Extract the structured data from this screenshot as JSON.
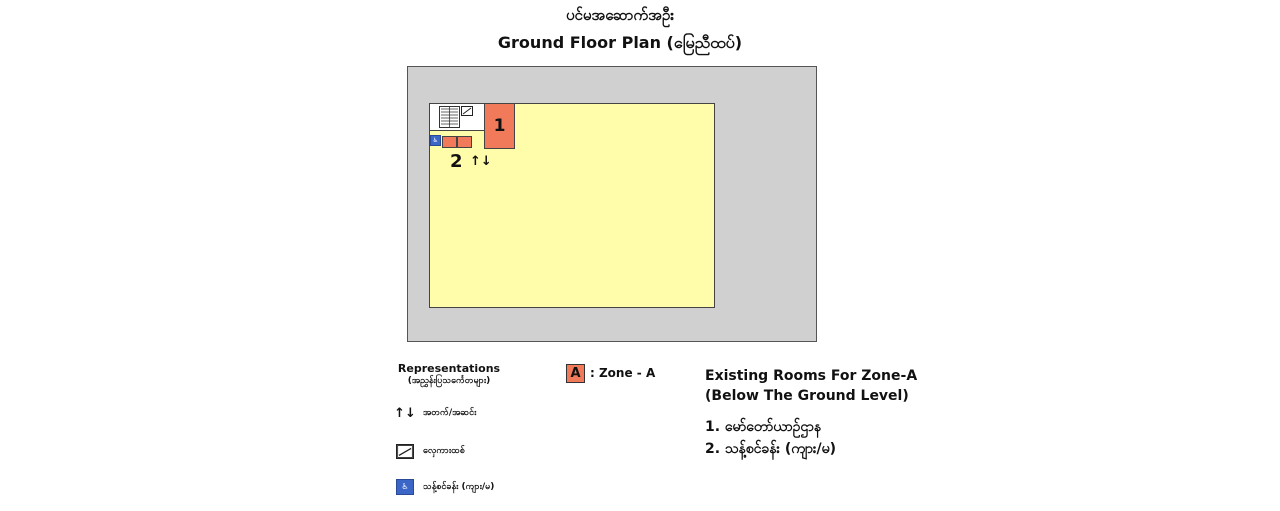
{
  "title": {
    "line1": "ပင်မအဆောက်အဦး",
    "line2": "Ground Floor Plan (မြေညီထပ်)"
  },
  "plan": {
    "room_labels": {
      "room1": "1",
      "room2": "2",
      "room2_arrows": "↑↓"
    },
    "colors": {
      "site": "#d0d0d0",
      "building": "#fffcaa",
      "zone_a": "#f07a5a",
      "wc_icon": "#3b66c7"
    }
  },
  "legend": {
    "title_line1": "Representations",
    "title_line2": "(အညွှန်းပြသင်္ကေတများ)",
    "items": [
      {
        "symbol": "↑↓",
        "label": "အတက်/အဆင်း"
      },
      {
        "icon": "lift-icon",
        "label": "လှေကားထစ်"
      },
      {
        "icon": "restroom-icon",
        "label": "သန့်စင်ခန်း (ကျား/မ)"
      }
    ],
    "zone_symbol": "A",
    "zone_label": ": Zone - A"
  },
  "existing_rooms": {
    "heading_line1": "Existing Rooms For Zone-A",
    "heading_line2": "(Below The Ground Level)",
    "items": [
      "1. မော်တော်ယာဉ်ဌာန",
      "2. သန့်စင်ခန်း (ကျား/မ)"
    ]
  }
}
